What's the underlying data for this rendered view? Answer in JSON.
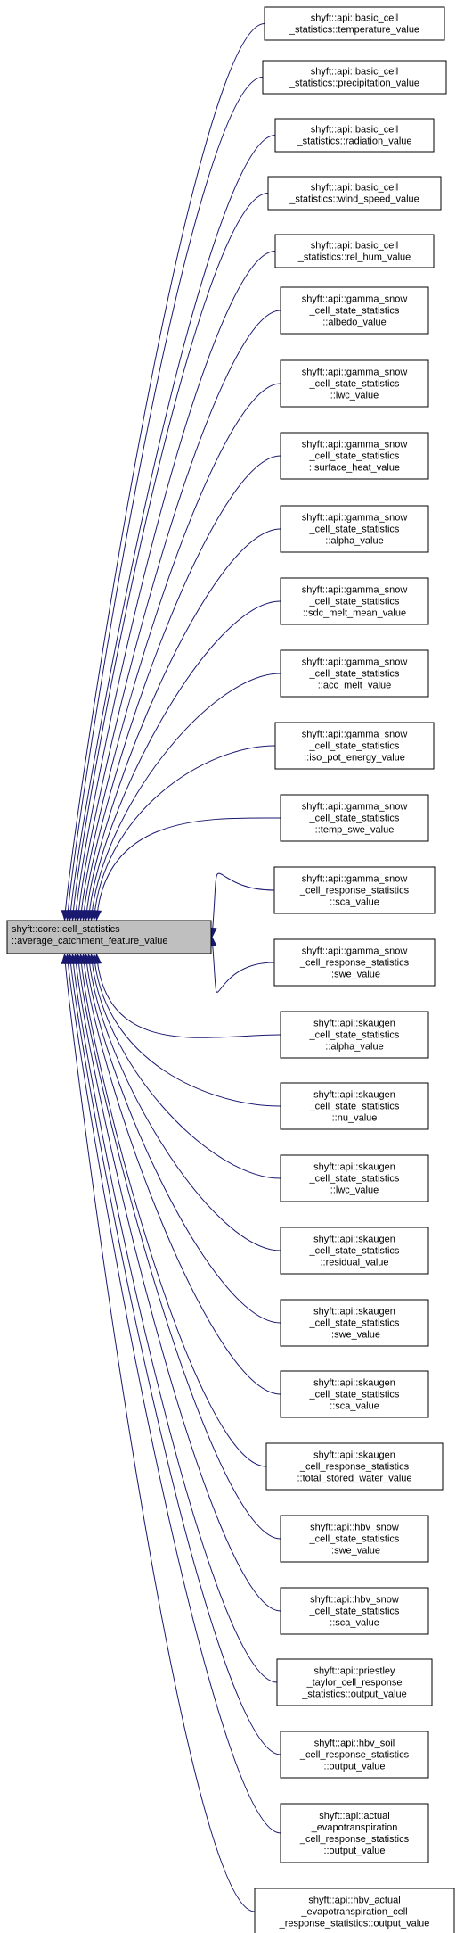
{
  "diagram": {
    "focus": {
      "id": "average_catchment_feature_value",
      "lines": [
        "shyft::core::cell_statistics",
        "::average_catchment_feature_value"
      ]
    },
    "callers": [
      {
        "id": "temperature_value",
        "lines": [
          "shyft::api::basic_cell",
          "_statistics::temperature_value"
        ]
      },
      {
        "id": "precipitation_value",
        "lines": [
          "shyft::api::basic_cell",
          "_statistics::precipitation_value"
        ]
      },
      {
        "id": "radiation_value",
        "lines": [
          "shyft::api::basic_cell",
          "_statistics::radiation_value"
        ]
      },
      {
        "id": "wind_speed_value",
        "lines": [
          "shyft::api::basic_cell",
          "_statistics::wind_speed_value"
        ]
      },
      {
        "id": "rel_hum_value",
        "lines": [
          "shyft::api::basic_cell",
          "_statistics::rel_hum_value"
        ]
      },
      {
        "id": "gs_albedo_value",
        "lines": [
          "shyft::api::gamma_snow",
          "_cell_state_statistics",
          "::albedo_value"
        ]
      },
      {
        "id": "gs_lwc_value",
        "lines": [
          "shyft::api::gamma_snow",
          "_cell_state_statistics",
          "::lwc_value"
        ]
      },
      {
        "id": "gs_surface_heat_value",
        "lines": [
          "shyft::api::gamma_snow",
          "_cell_state_statistics",
          "::surface_heat_value"
        ]
      },
      {
        "id": "gs_alpha_value",
        "lines": [
          "shyft::api::gamma_snow",
          "_cell_state_statistics",
          "::alpha_value"
        ]
      },
      {
        "id": "gs_sdc_melt_mean_value",
        "lines": [
          "shyft::api::gamma_snow",
          "_cell_state_statistics",
          "::sdc_melt_mean_value"
        ]
      },
      {
        "id": "gs_acc_melt_value",
        "lines": [
          "shyft::api::gamma_snow",
          "_cell_state_statistics",
          "::acc_melt_value"
        ]
      },
      {
        "id": "gs_iso_pot_energy_value",
        "lines": [
          "shyft::api::gamma_snow",
          "_cell_state_statistics",
          "::iso_pot_energy_value"
        ]
      },
      {
        "id": "gs_temp_swe_value",
        "lines": [
          "shyft::api::gamma_snow",
          "_cell_state_statistics",
          "::temp_swe_value"
        ]
      },
      {
        "id": "gs_resp_sca_value",
        "lines": [
          "shyft::api::gamma_snow",
          "_cell_response_statistics",
          "::sca_value"
        ]
      },
      {
        "id": "gs_resp_swe_value",
        "lines": [
          "shyft::api::gamma_snow",
          "_cell_response_statistics",
          "::swe_value"
        ]
      },
      {
        "id": "sk_alpha_value",
        "lines": [
          "shyft::api::skaugen",
          "_cell_state_statistics",
          "::alpha_value"
        ]
      },
      {
        "id": "sk_nu_value",
        "lines": [
          "shyft::api::skaugen",
          "_cell_state_statistics",
          "::nu_value"
        ]
      },
      {
        "id": "sk_lwc_value",
        "lines": [
          "shyft::api::skaugen",
          "_cell_state_statistics",
          "::lwc_value"
        ]
      },
      {
        "id": "sk_residual_value",
        "lines": [
          "shyft::api::skaugen",
          "_cell_state_statistics",
          "::residual_value"
        ]
      },
      {
        "id": "sk_swe_value",
        "lines": [
          "shyft::api::skaugen",
          "_cell_state_statistics",
          "::swe_value"
        ]
      },
      {
        "id": "sk_sca_value",
        "lines": [
          "shyft::api::skaugen",
          "_cell_state_statistics",
          "::sca_value"
        ]
      },
      {
        "id": "sk_total_stored_water_value",
        "lines": [
          "shyft::api::skaugen",
          "_cell_response_statistics",
          "::total_stored_water_value"
        ]
      },
      {
        "id": "hbv_snow_swe_value",
        "lines": [
          "shyft::api::hbv_snow",
          "_cell_state_statistics",
          "::swe_value"
        ]
      },
      {
        "id": "hbv_snow_sca_value",
        "lines": [
          "shyft::api::hbv_snow",
          "_cell_state_statistics",
          "::sca_value"
        ]
      },
      {
        "id": "pt_output_value",
        "lines": [
          "shyft::api::priestley",
          "_taylor_cell_response",
          "_statistics::output_value"
        ]
      },
      {
        "id": "hbv_soil_output_value",
        "lines": [
          "shyft::api::hbv_soil",
          "_cell_response_statistics",
          "::output_value"
        ]
      },
      {
        "id": "ae_output_value",
        "lines": [
          "shyft::api::actual",
          "_evapotranspiration",
          "_cell_response_statistics",
          "::output_value"
        ]
      },
      {
        "id": "hbv_ae_output_value",
        "lines": [
          "shyft::api::hbv_actual",
          "_evapotranspiration_cell",
          "_response_statistics::output_value"
        ]
      }
    ]
  },
  "colors": {
    "edge": "#191970",
    "focus_fill": "#bfbfbf",
    "node_fill": "#ffffff",
    "node_border": "#000000"
  }
}
